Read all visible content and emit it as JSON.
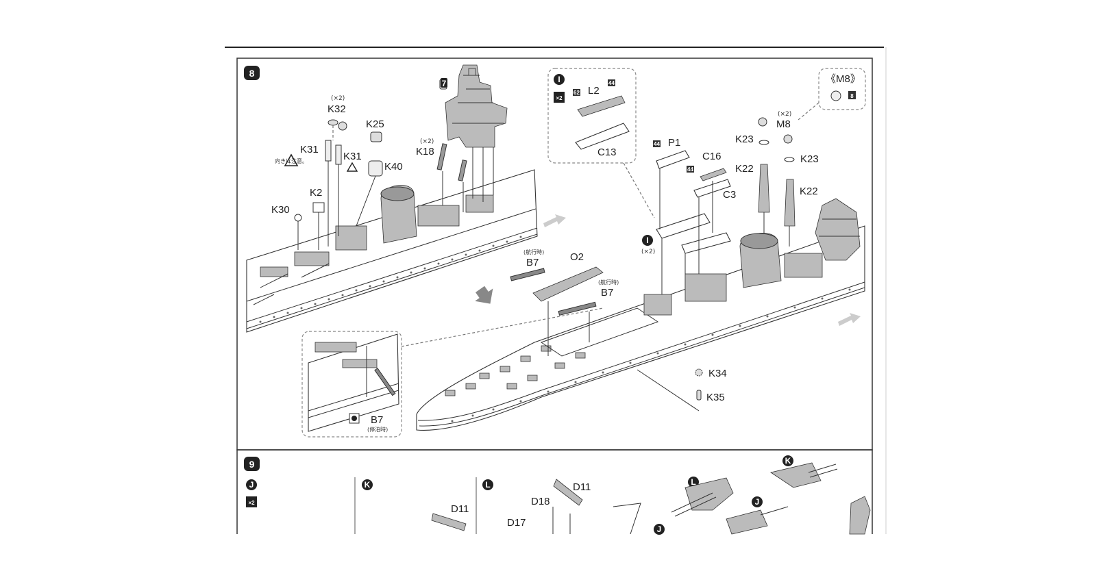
{
  "steps": {
    "step8": "8",
    "step9": "9"
  },
  "badges": {
    "b7": "7",
    "I": "I",
    "J": "J",
    "K": "K",
    "L": "L",
    "x2": "×2",
    "sq62": "62",
    "sq44": "44",
    "sq8": "8"
  },
  "parts": {
    "k32_mult": "(×2)",
    "k32": "K32",
    "k25": "K25",
    "k31a": "K31",
    "k31b": "K31",
    "caution_note": "向きに注意。",
    "k40": "K40",
    "k18_mult": "(×2)",
    "k18": "K18",
    "k2": "K2",
    "k30": "K30",
    "l2": "L2",
    "c13": "C13",
    "m8_box": "《M8》",
    "m8_mult": "(×2)",
    "m8": "M8",
    "k23a": "K23",
    "k23b": "K23",
    "p1": "P1",
    "c16": "C16",
    "c3": "C3",
    "k22a": "K22",
    "k22b": "K22",
    "i_mult": "(×2)",
    "b7_cruise_note": "(航行時)",
    "b7a": "B7",
    "o2": "O2",
    "b7b_cruise_note": "(航行時)",
    "b7b": "B7",
    "k34": "K34",
    "k35": "K35",
    "b7c": "B7",
    "b7_anchor_note": "(停泊時)",
    "d11a": "D11",
    "d11b": "D11",
    "d18": "D18",
    "d17": "D17"
  }
}
